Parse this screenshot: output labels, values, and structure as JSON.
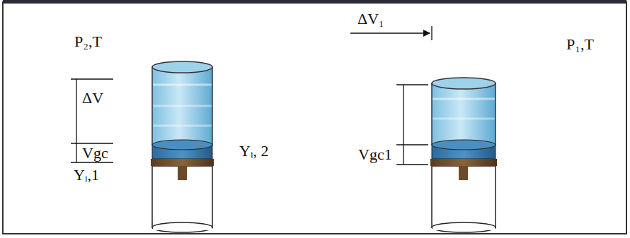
{
  "diagram": {
    "labels": [
      "P₂,T",
      "ΔV",
      "Vgc",
      "Yᵢ,1",
      "Yᵢ, 2",
      "ΔV₁",
      "Vgc1",
      "P₁,T"
    ]
  }
}
